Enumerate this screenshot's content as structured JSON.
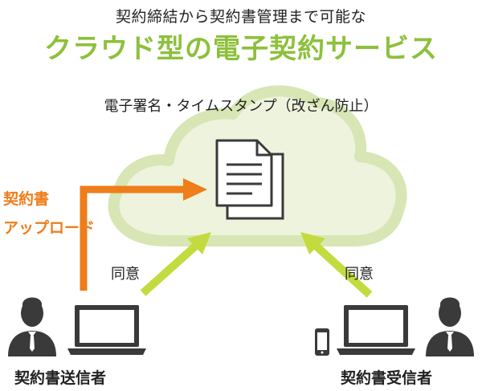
{
  "header": {
    "subtitle": "契約締結から契約書管理まで可能な",
    "title": "クラウド型の電子契約サービス"
  },
  "cloud": {
    "label": "電子署名・タイムスタンプ（改ざん防止）"
  },
  "upload": {
    "line1": "契約書",
    "line2": "アップロード"
  },
  "sender": {
    "agree_label": "同意",
    "role_label": "契約書送信者"
  },
  "receiver": {
    "agree_label": "同意",
    "role_label": "契約書受信者"
  },
  "colors": {
    "title_green": "#8dc03c",
    "cloud_fill": "#eef3dd",
    "cloud_stroke": "#d7e6b4",
    "upload_orange": "#ee7d1a",
    "agree_arrow_green": "#c4db3f",
    "icon_dark": "#3a3a3a"
  },
  "icons": [
    "document-icon",
    "laptop-icon",
    "person-icon",
    "smartphone-icon"
  ]
}
